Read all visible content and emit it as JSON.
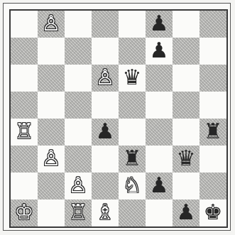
{
  "board": {
    "light_square_color": "#fbfbf9",
    "dark_square_color": "#c9c9c6",
    "ranks": [
      [
        null,
        {
          "c": "w",
          "t": "p"
        },
        null,
        null,
        null,
        {
          "c": "b",
          "t": "p"
        },
        null,
        null
      ],
      [
        null,
        null,
        null,
        null,
        null,
        {
          "c": "b",
          "t": "p"
        },
        null,
        null
      ],
      [
        null,
        null,
        null,
        {
          "c": "w",
          "t": "p"
        },
        {
          "c": "b",
          "t": "q"
        },
        null,
        null,
        null
      ],
      [
        null,
        null,
        null,
        null,
        null,
        null,
        null,
        null
      ],
      [
        {
          "c": "w",
          "t": "r"
        },
        null,
        null,
        {
          "c": "b",
          "t": "p"
        },
        null,
        null,
        null,
        {
          "c": "b",
          "t": "r"
        }
      ],
      [
        null,
        {
          "c": "w",
          "t": "p"
        },
        null,
        null,
        {
          "c": "b",
          "t": "r"
        },
        null,
        {
          "c": "b",
          "t": "q"
        },
        null
      ],
      [
        null,
        null,
        {
          "c": "w",
          "t": "p"
        },
        null,
        {
          "c": "w",
          "t": "n"
        },
        {
          "c": "b",
          "t": "p"
        },
        null,
        null
      ],
      [
        {
          "c": "w",
          "t": "k"
        },
        null,
        {
          "c": "w",
          "t": "r"
        },
        {
          "c": "w",
          "t": "b"
        },
        null,
        null,
        {
          "c": "b",
          "t": "p"
        },
        {
          "c": "b",
          "t": "k"
        }
      ]
    ]
  },
  "glyphs": {
    "w": {
      "k": "♔",
      "q": "♕",
      "r": "♖",
      "b": "♗",
      "n": "♘",
      "p": "♙"
    },
    "b": {
      "k": "♚",
      "q": "♛",
      "r": "♜",
      "b": "♝",
      "n": "♞",
      "p": "♟"
    }
  },
  "piece_names": {
    "k": "king",
    "q": "queen",
    "r": "rook",
    "b": "bishop",
    "n": "knight",
    "p": "pawn"
  }
}
